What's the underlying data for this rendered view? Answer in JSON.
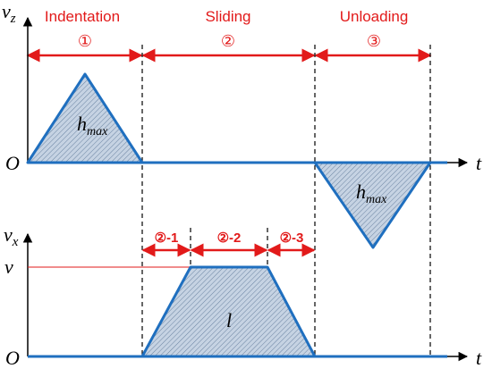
{
  "phases": [
    {
      "label": "Indentation",
      "number": "①"
    },
    {
      "label": "Sliding",
      "number": "②"
    },
    {
      "label": "Unloading",
      "number": "③"
    }
  ],
  "subphases": [
    "②-1",
    "②-2",
    "②-3"
  ],
  "top_axis": {
    "y_symbol": "v",
    "y_sub": "z",
    "origin": "O",
    "t_symbol": "t"
  },
  "bottom_axis": {
    "y_symbol": "v",
    "y_sub": "x",
    "origin": "O",
    "t_symbol": "t",
    "v_level": "v"
  },
  "areas": {
    "indent_area": {
      "symbol": "h",
      "sub": "max"
    },
    "unload_area": {
      "symbol": "h",
      "sub": "max"
    },
    "slide_area": {
      "symbol": "l"
    }
  },
  "colors": {
    "profile": "#1f6fbf",
    "fill": "#b9c8dc",
    "annotation": "#e21a1a",
    "axis": "#000000"
  }
}
